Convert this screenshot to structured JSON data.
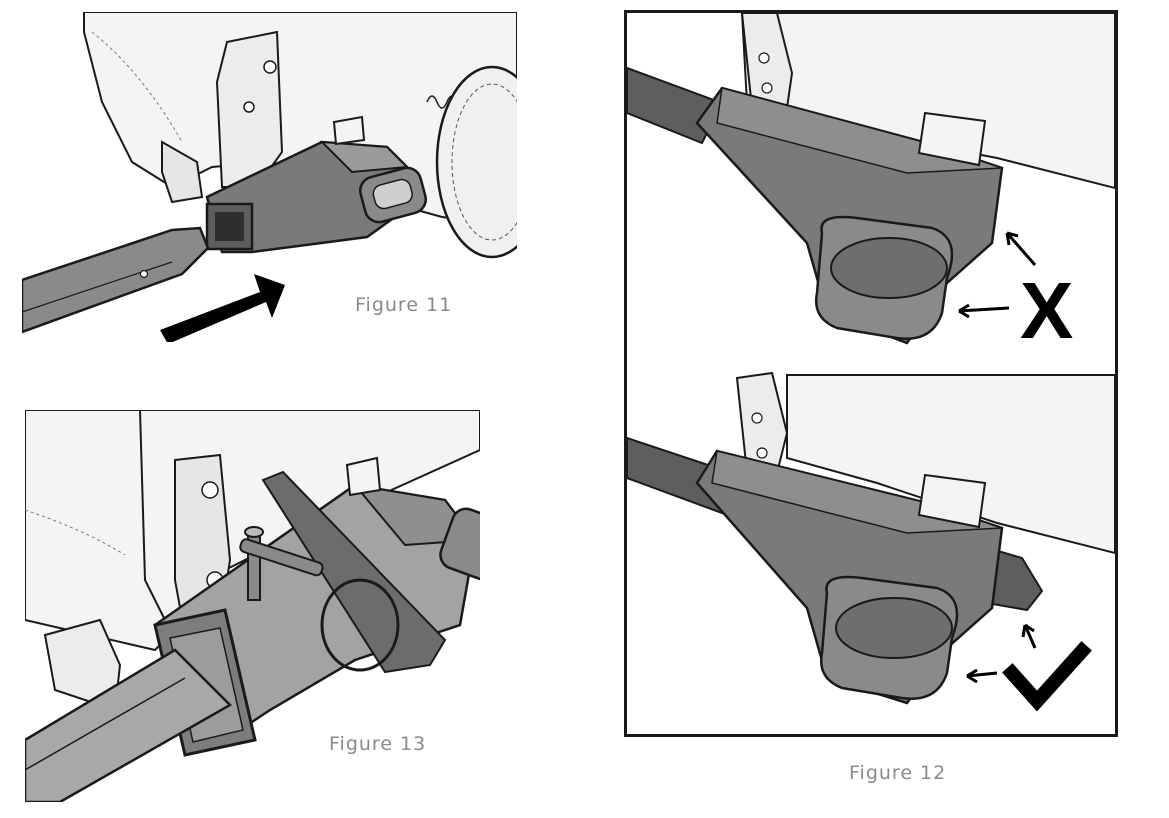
{
  "figures": {
    "fig11": {
      "caption": "Figure 11"
    },
    "fig12": {
      "caption": "Figure 12",
      "wrong_mark": "X",
      "correct_mark": "check-icon"
    },
    "fig13": {
      "caption": "Figure 13"
    }
  },
  "colors": {
    "line": "#1a1a1a",
    "hitch_dark": "#5e5e5e",
    "hitch_mid": "#7d7d7d",
    "hitch_light": "#a3a3a3",
    "body_light": "#f2f2f2",
    "strap": "#6c6c6c"
  }
}
